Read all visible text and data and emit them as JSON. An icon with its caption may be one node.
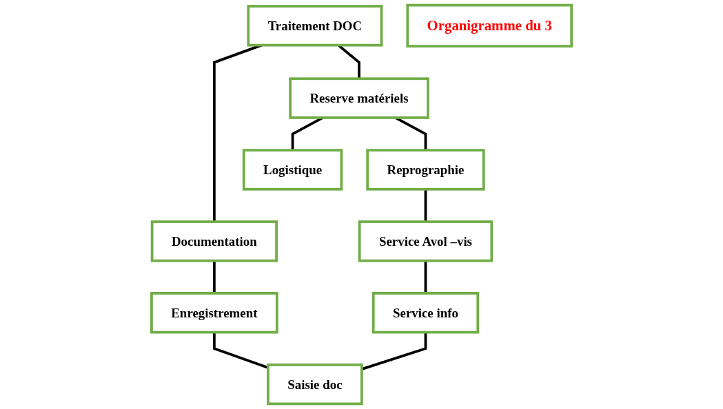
{
  "diagram": {
    "nodes": [
      {
        "text": [
          "Traitement DOC"
        ]
      },
      {
        "text": [
          "Reserve matériels"
        ]
      },
      {
        "text": [
          "Reprographie"
        ]
      },
      {
        "text": [
          "Documentation"
        ]
      },
      {
        "text": [
          "Logistique"
        ]
      },
      {
        "text": [
          "Service Avol –vis"
        ]
      },
      {
        "text": [
          "Enregistrement"
        ]
      },
      {
        "text": [
          "Service info"
        ]
      },
      {
        "text": [
          "Saisie doc"
        ]
      },
      {
        "text": [
          "Organigramme du 3"
        ]
      }
    ],
    "edges": [
      {
        "from": 0,
        "to": 1,
        "arrow": "none"
      },
      {
        "from": 1,
        "to": 2,
        "arrow": "none"
      },
      {
        "from": 0,
        "to": 3,
        "arrow": "none"
      },
      {
        "from": 1,
        "to": 4,
        "arrow": "none"
      },
      {
        "from": 2,
        "to": 5,
        "arrow": "none"
      },
      {
        "from": 3,
        "to": 6,
        "arrow": "none"
      },
      {
        "from": 5,
        "to": 7,
        "arrow": "none"
      },
      {
        "from": 6,
        "to": 8,
        "arrow": "none"
      },
      {
        "from": 7,
        "to": 8,
        "arrow": "none"
      }
    ]
  }
}
